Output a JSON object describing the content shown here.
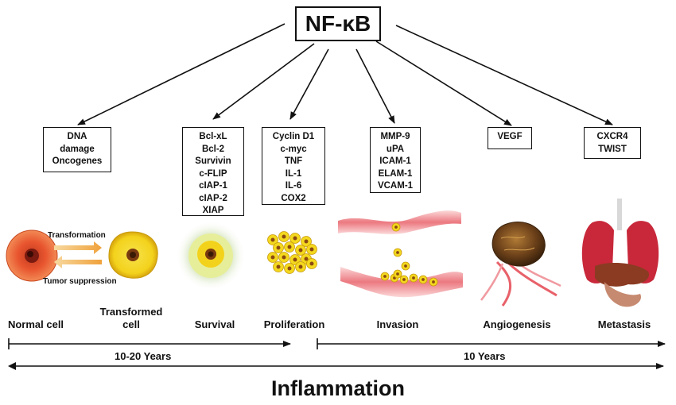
{
  "title": "NF-κB",
  "boxes": {
    "dna": [
      "DNA",
      "damage",
      "Oncogenes"
    ],
    "survival": [
      "Bcl-xL",
      "Bcl-2",
      "Survivin",
      "c-FLIP",
      "cIAP-1",
      "cIAP-2",
      "XIAP"
    ],
    "proliferation": [
      "Cyclin D1",
      "c-myc",
      "TNF",
      "IL-1",
      "IL-6",
      "COX2"
    ],
    "invasion": [
      "MMP-9",
      "uPA",
      "ICAM-1",
      "ELAM-1",
      "VCAM-1"
    ],
    "angiogenesis": [
      "VEGF"
    ],
    "metastasis": [
      "CXCR4",
      "TWIST"
    ]
  },
  "arrows_text": {
    "transformation": "Transformation",
    "tumor_suppression": "Tumor suppression"
  },
  "stages": {
    "normal_cell": "Normal cell",
    "transformed_cell": [
      "Transformed",
      "cell"
    ],
    "survival": "Survival",
    "proliferation": "Proliferation",
    "invasion": "Invasion",
    "angiogenesis": "Angiogenesis",
    "metastasis": "Metastasis"
  },
  "timeline": {
    "left_span": "10-20 Years",
    "right_span": "10 Years"
  },
  "bottom_title": "Inflammation",
  "colors": {
    "normal_cell": "#e8552f",
    "transformed_cell": "#f3d21c",
    "tissue_red": "#e8616a",
    "yellow_cells": "#f4d81e",
    "tumor_brown": "#7a4a1a",
    "line": "#111111"
  }
}
